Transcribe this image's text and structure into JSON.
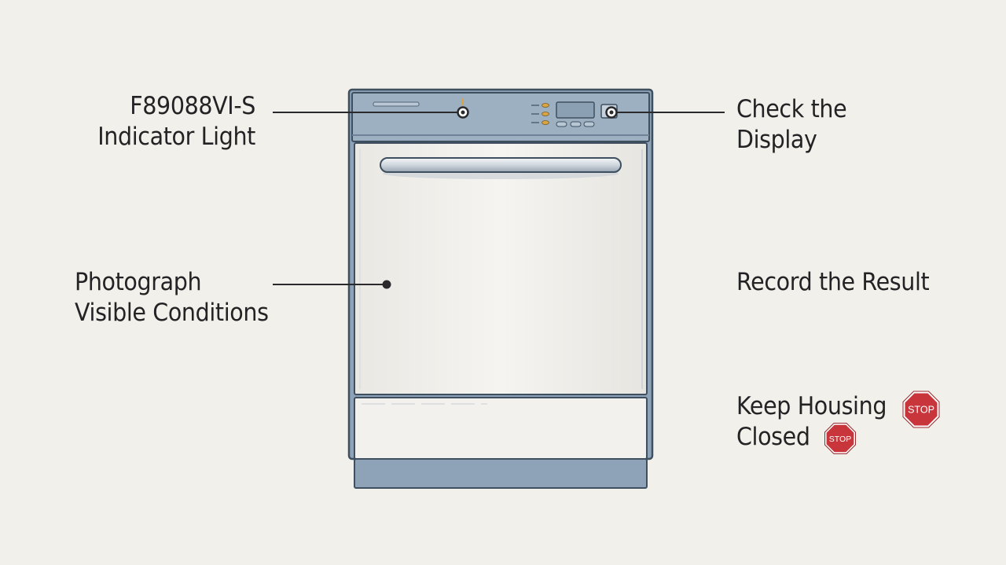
{
  "callouts": {
    "model_indicator": {
      "line1": "F89088VI-S",
      "line2": "Indicator Light"
    },
    "photograph": {
      "line1": "Photograph",
      "line2": "Visible Conditions"
    },
    "display": {
      "line1": "Check the",
      "line2": "Display"
    },
    "record": {
      "line1": "Record the Result"
    },
    "housing": {
      "line1": "Keep Housing",
      "line2": "Closed"
    }
  },
  "stop_sign": {
    "text": "STOP",
    "color": "#c8353a"
  },
  "colors": {
    "background": "#f1f0ea",
    "appliance_steel": "#8ea3b7",
    "appliance_outline": "#3e4f5f",
    "door_panel": "#f3f2ee",
    "leader_line": "#2a2a2c",
    "indicator_led": "#d9a441"
  }
}
